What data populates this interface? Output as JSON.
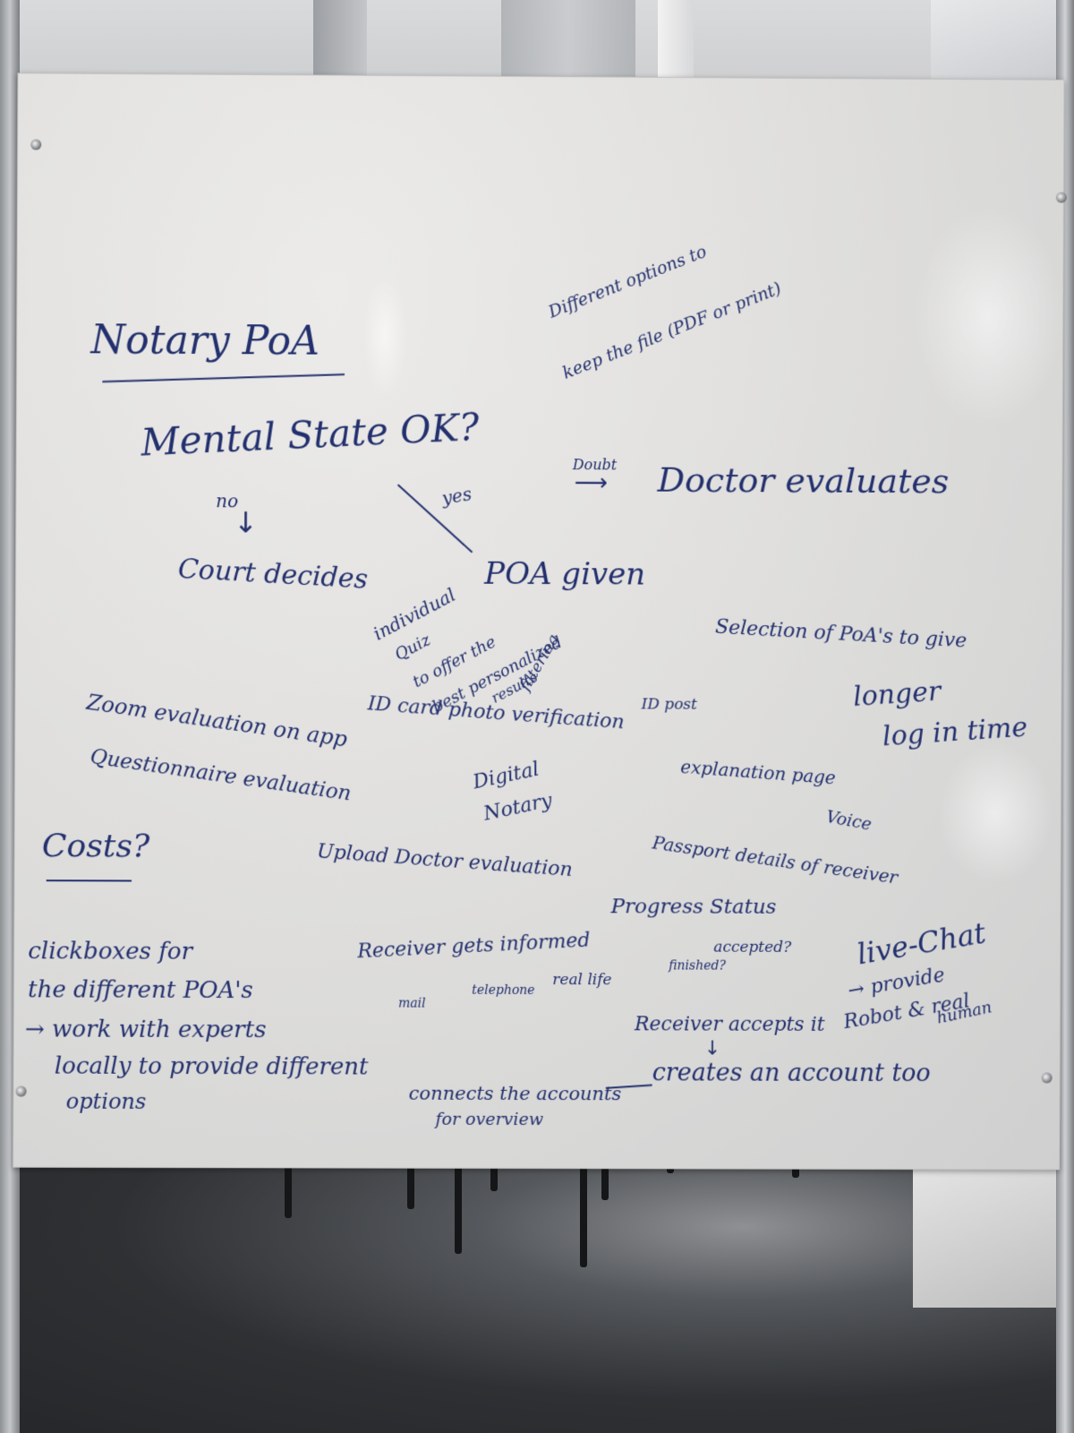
{
  "whiteboard": {
    "title": "Notary PoA",
    "notes": {
      "file_options_line1": "Different options to",
      "file_options_line2": "keep the file (PDF or print)",
      "mental_state": "Mental State OK?",
      "doubt": "Doubt",
      "doctor_evaluates": "Doctor evaluates",
      "no": "no",
      "yes": "yes",
      "court_decides": "Court decides",
      "poa_given": "POA given",
      "quiz_line1": "individual",
      "quiz_line2": "Quiz",
      "quiz_line3": "to offer the",
      "quiz_line4": "best personalized",
      "quiz_line5": "results",
      "quiz_line6": "filtering",
      "selection_of_poas": "Selection of PoA's to give",
      "longer_line1": "longer",
      "longer_line2": "log in time",
      "id_card": "ID card photo verification",
      "id_post": "ID post",
      "zoom_eval": "Zoom evaluation on app",
      "questionnaire_eval": "Questionnaire evaluation",
      "digital_line1": "Digital",
      "digital_line2": "Notary",
      "explanation_page": "explanation page",
      "voice": "Voice",
      "costs": "Costs?",
      "upload_doctor": "Upload Doctor evaluation",
      "passport_details": "Passport details of receiver",
      "progress_status": "Progress Status",
      "accepted": "accepted?",
      "finished": "finished?",
      "clickboxes_line1": "clickboxes for",
      "clickboxes_line2": "the different POA's",
      "work_experts": "work with experts",
      "locally_line": "locally to provide different",
      "options": "options",
      "receiver_informed": "Receiver gets informed",
      "mail": "mail",
      "telephone": "telephone",
      "real_life": "real life",
      "live_chat": "live-Chat",
      "provide": "provide",
      "robot_real": "Robot & real",
      "human": "human",
      "receiver_accepts": "Receiver accepts it",
      "creates_account": "creates an account too",
      "connects_line1": "connects the accounts",
      "connects_line2": "for overview"
    }
  }
}
